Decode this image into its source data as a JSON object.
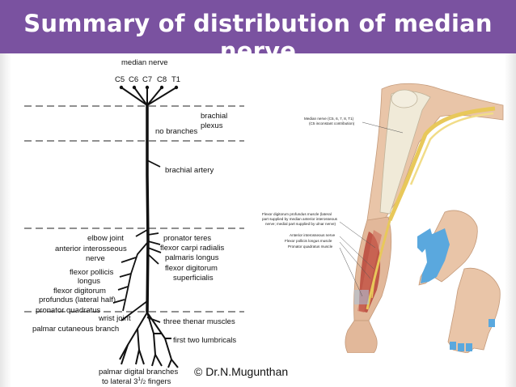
{
  "title": "Summary of distribution of median nerve",
  "credit": "© Dr.N.Mugunthan",
  "colors": {
    "title_bar": "#7a52a0",
    "nerve": "#e8c85a",
    "muscle": "#b8453a",
    "bone": "#f0ead8",
    "skin_sensory": "#5aa8de"
  },
  "left_diagram": {
    "root_label": "median nerve",
    "roots": [
      "C5",
      "C6",
      "C7",
      "C8",
      "T1"
    ],
    "labels": {
      "brachial_plexus_1": "brachial",
      "brachial_plexus_2": "plexus",
      "no_branches": "no branches",
      "brachial_artery": "brachial artery",
      "elbow_joint": "elbow joint",
      "pronator_teres": "pronator teres",
      "anterior_interosseous_1": "anterior interosseous",
      "anterior_interosseous_2": "nerve",
      "flexor_carpi_radialis": "flexor carpi radialis",
      "palmaris_longus": "palmaris longus",
      "fds_1": "flexor digitorum",
      "fds_2": "superficialis",
      "fpl_1": "flexor pollicis",
      "fpl_2": "longus",
      "fdp_1": "flexor digitorum",
      "fdp_2": "profundus (lateral half)",
      "pronator_quadratus": "pronator quadratus",
      "wrist_joint": "wrist joint",
      "three_thenar": "three thenar muscles",
      "palmar_cutaneous": "palmar cutaneous branch",
      "first_two_lumbricals": "first two lumbricals",
      "palmar_digital_1": "palmar digital branches",
      "palmar_digital_2a": "to lateral 3",
      "palmar_digital_2b": "1",
      "palmar_digital_2c": "/",
      "palmar_digital_2d": "2",
      "palmar_digital_2e": " fingers"
    }
  },
  "right_diagram": {
    "labels": {
      "median_nerve_1": "Median nerve (C5, 6, 7, 8, T1)",
      "median_nerve_2": "(C5 inconstant contribution)",
      "fdp_r_1": "Flexor digitorum profundus muscle (lateral",
      "fdp_r_2": "part supplied by median anterior interosseous",
      "fdp_r_3": "nerve; medial part supplied by ulnar nerve)",
      "ain_r": "Anterior interosseous nerve",
      "fpl_r": "Flexor pollicis longus muscle",
      "pq_r": "Pronator quadratus muscle"
    }
  }
}
